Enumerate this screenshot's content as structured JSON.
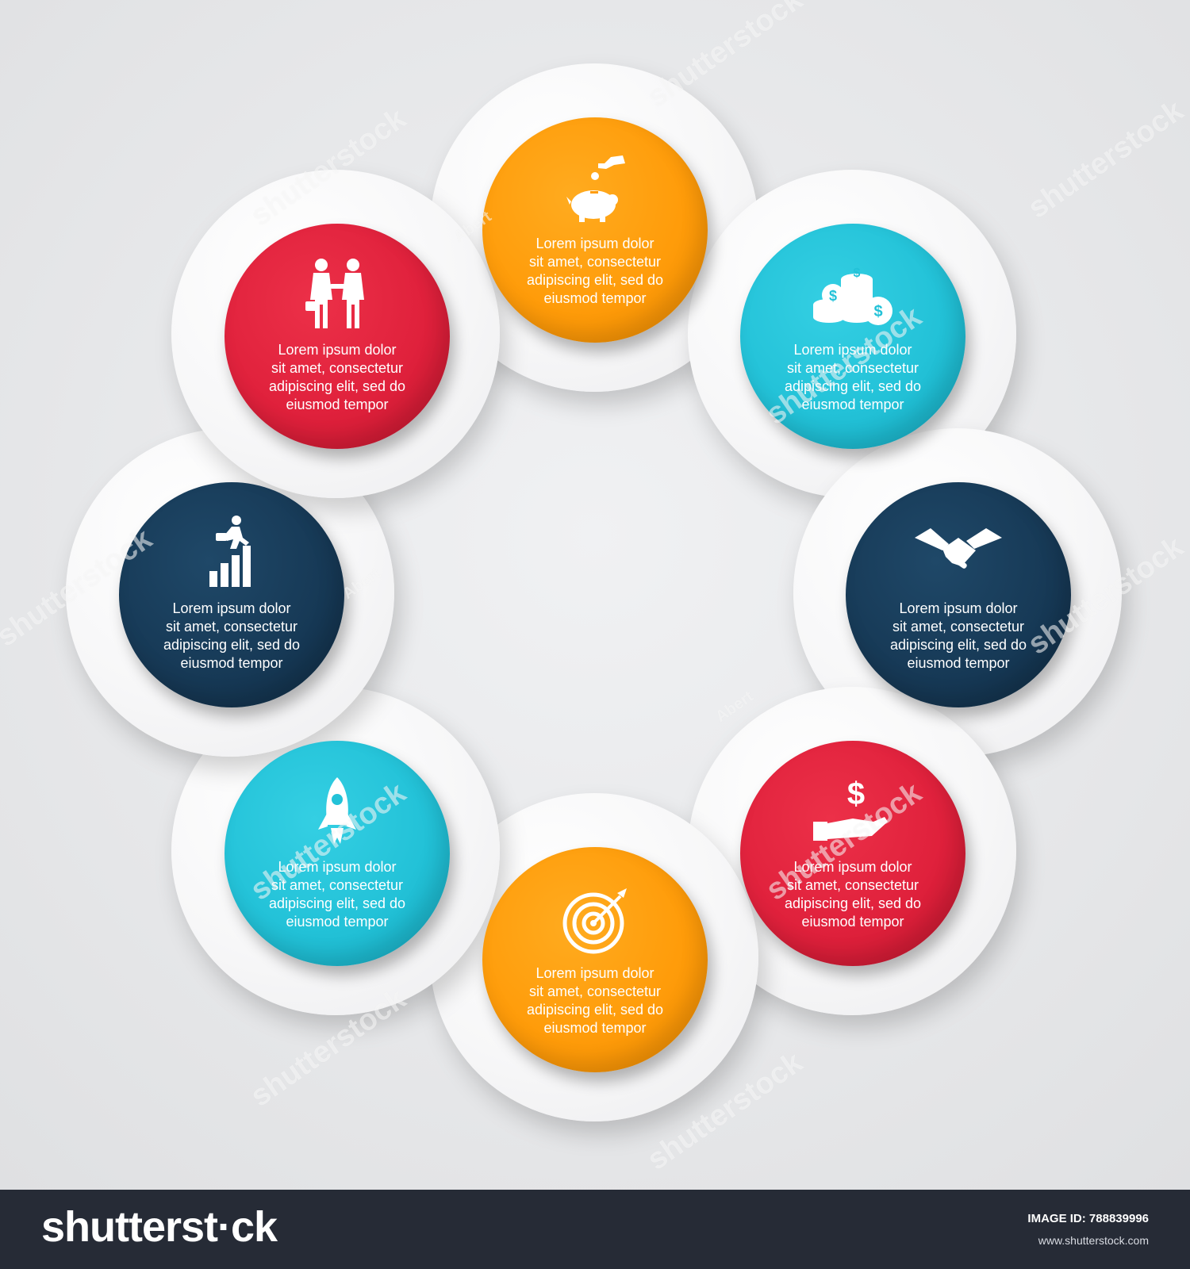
{
  "colors": {
    "orange": "#ff9c0a",
    "teal": "#23c2d8",
    "navy": "#173a57",
    "red": "#e0213c",
    "white_ring": "#f7f7f8",
    "footer_bg": "#262b36"
  },
  "items": [
    {
      "icon": "piggy-bank-icon",
      "color": "#ff9c0a",
      "text": "Lorem ipsum dolor\nsit amet, consectetur\nadipiscing elit, sed do\neiusmod tempor"
    },
    {
      "icon": "coins-icon",
      "color": "#23c2d8",
      "text": "Lorem ipsum dolor\nsit amet, consectetur\nadipiscing elit, sed do\neiusmod tempor"
    },
    {
      "icon": "handshake-icon",
      "color": "#173a57",
      "text": "Lorem ipsum dolor\nsit amet, consectetur\nadipiscing elit, sed do\neiusmod tempor"
    },
    {
      "icon": "dollar-hand-icon",
      "color": "#e0213c",
      "text": "Lorem ipsum dolor\nsit amet, consectetur\nadipiscing elit, sed do\neiusmod tempor"
    },
    {
      "icon": "target-icon",
      "color": "#ff9c0a",
      "text": "Lorem ipsum dolor\nsit amet, consectetur\nadipiscing elit, sed do\neiusmod tempor"
    },
    {
      "icon": "rocket-icon",
      "color": "#23c2d8",
      "text": "Lorem ipsum dolor\nsit amet, consectetur\nadipiscing elit, sed do\neiusmod tempor"
    },
    {
      "icon": "growth-chart-icon",
      "color": "#173a57",
      "text": "Lorem ipsum dolor\nsit amet, consectetur\nadipiscing elit, sed do\neiusmod tempor"
    },
    {
      "icon": "business-meeting-icon",
      "color": "#e0213c",
      "text": "Lorem ipsum dolor\nsit amet, consectetur\nadipiscing elit, sed do\neiusmod tempor"
    }
  ],
  "watermark": {
    "brand": "shutterstock",
    "author": "Abert"
  },
  "footer": {
    "logo": "shutterst·ck",
    "image_id": "IMAGE ID: 788839996",
    "url": "www.shutterstock.com"
  }
}
